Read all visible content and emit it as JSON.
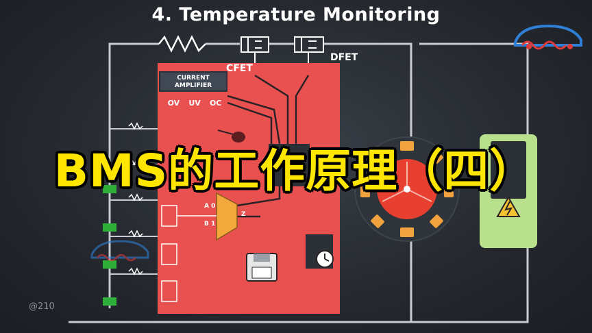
{
  "title": "4. Temperature Monitoring",
  "overlay_caption": "BMS的工作原理（四）",
  "watermark": "@210",
  "labels": {
    "cfet": "CFET",
    "dfet": "DFET",
    "current_amplifier": "CURRENT AMPLIFIER",
    "ov": "OV",
    "uv": "UV",
    "oc": "OC",
    "mux_in0": "A 0",
    "mux_in1": "B 1",
    "mux_out": "Z"
  },
  "colors": {
    "board": "#e8514f",
    "wire": "#c8ccd2",
    "title_text": "#ffffff",
    "caption": "#ffe600",
    "mux": "#f2a83a",
    "cell_green": "#2fae3a",
    "charger": "#b9e08c",
    "motor_ring": "#f0a23e",
    "motor_rotor": "#e84030"
  },
  "icons": [
    "logo-car-icon",
    "floppy-disk-icon",
    "clock-icon",
    "lightning-warning-icon",
    "thermistor-icon"
  ]
}
